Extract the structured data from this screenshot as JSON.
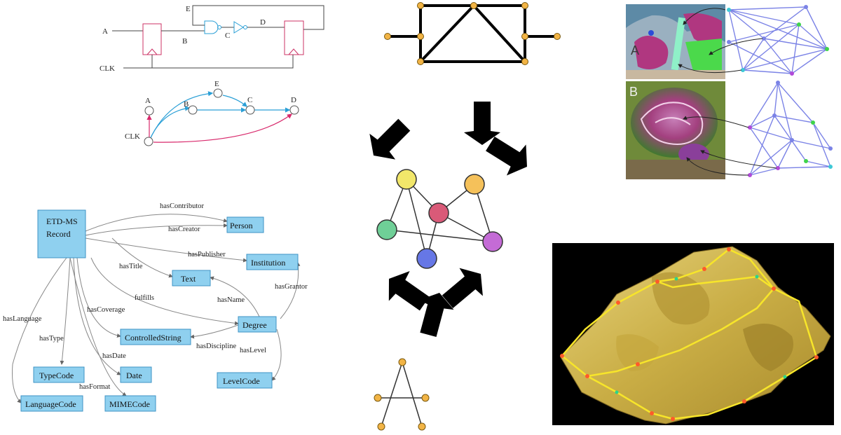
{
  "colors": {
    "arrow": "#000000",
    "node_orange": "#f2b445",
    "box_fill": "#8fd0ef",
    "box_stroke": "#3f93c4",
    "timing_blue": "#2a9fd6",
    "timing_red": "#d8286b",
    "network_blue": "#7b83e6",
    "terrain_gold": "#d8c25a",
    "terrain_path": "#f7e52a"
  },
  "circuit": {
    "signals": [
      "A",
      "B",
      "C",
      "D",
      "E",
      "CLK"
    ]
  },
  "timing_graph": {
    "nodes": [
      "A",
      "B",
      "E",
      "C",
      "D",
      "CLK"
    ]
  },
  "brain_panels": {
    "labels": [
      "A",
      "B"
    ]
  },
  "center_graph": {
    "node_colors": [
      "#f2e76a",
      "#f5c15a",
      "#d95a78",
      "#6fcf97",
      "#c46bd6",
      "#6677e6"
    ]
  },
  "ontology": {
    "boxes": [
      "ETD-MS",
      "Record",
      "Person",
      "Institution",
      "Text",
      "Degree",
      "ControlledString",
      "TypeCode",
      "Date",
      "LevelCode",
      "LanguageCode",
      "MIMECode"
    ],
    "edges": [
      "hasContributor",
      "hasCreator",
      "hasPublisher",
      "hasTitle",
      "hasGrantor",
      "fulfills",
      "hasName",
      "hasCoverage",
      "hasLanguage",
      "hasType",
      "hasDiscipline",
      "hasDate",
      "hasLevel",
      "hasFormat"
    ]
  }
}
